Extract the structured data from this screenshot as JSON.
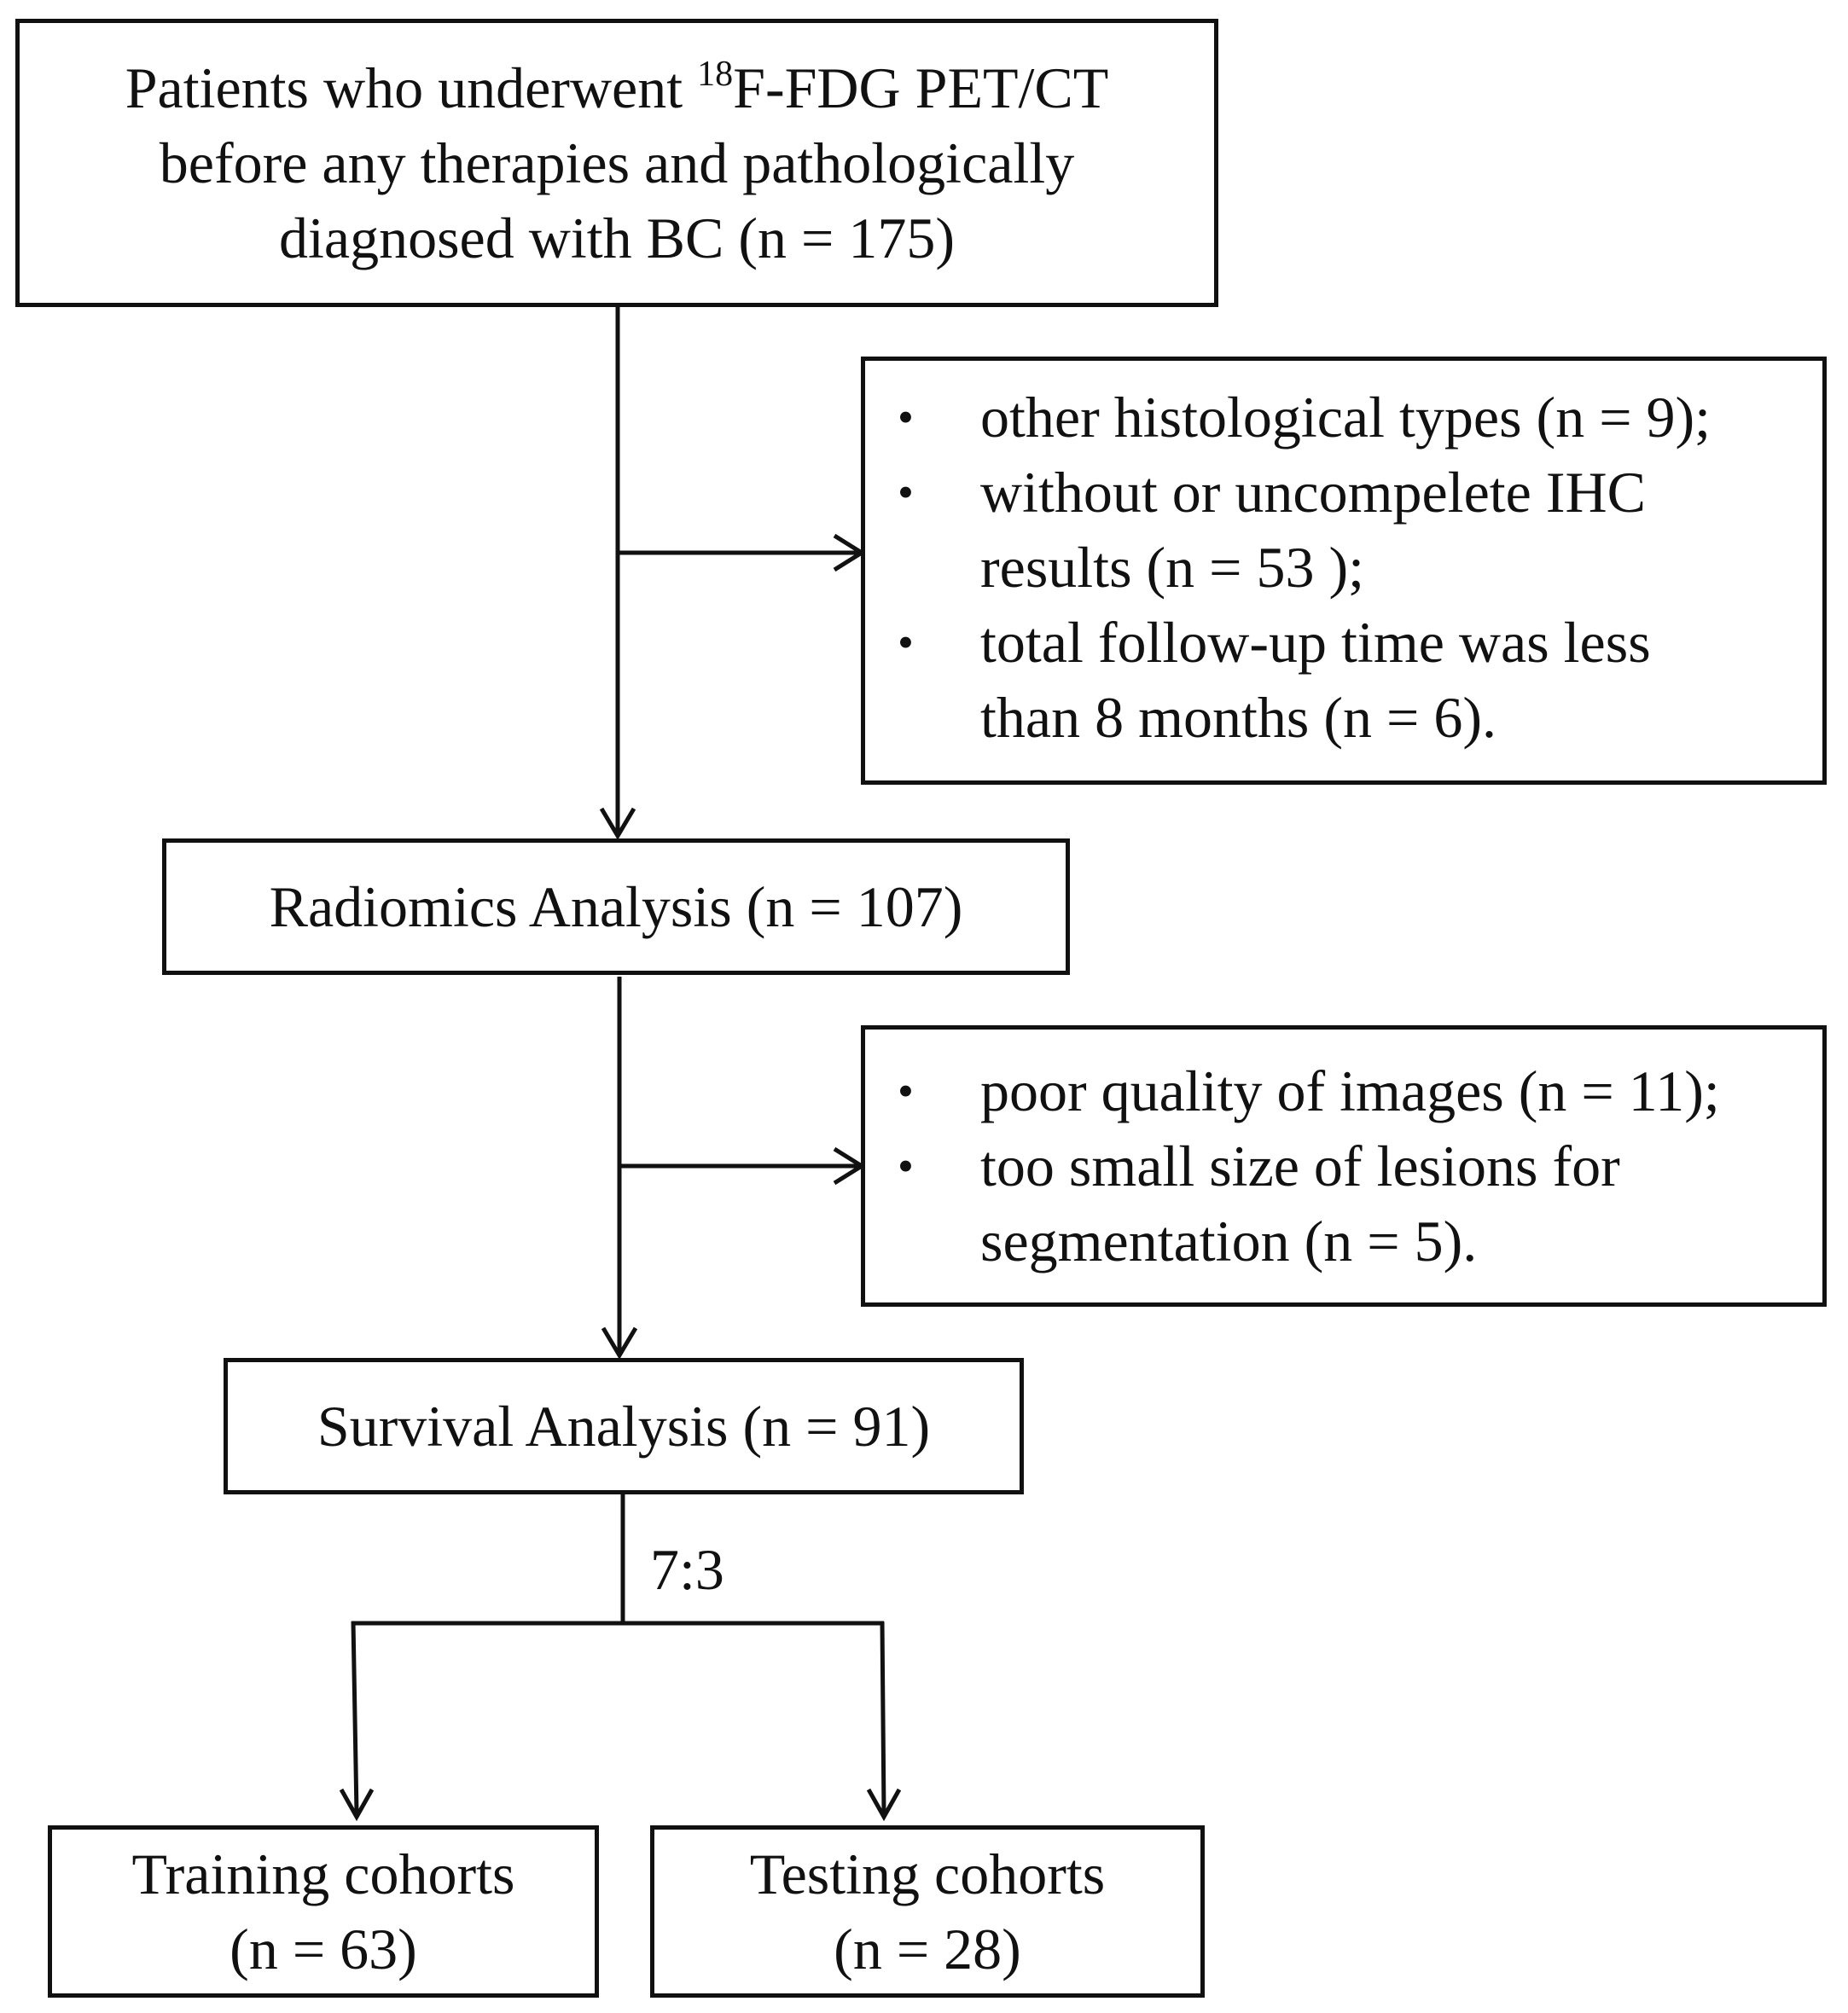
{
  "boxes": {
    "patients": {
      "line1_pre": "Patients who underwent ",
      "line1_sup": "18",
      "line1_post": "F-FDG PET/CT",
      "line2": "before any therapies and pathologically",
      "line3": "diagnosed with BC (n = 175)"
    },
    "exclusion1": [
      {
        "bullet": "•",
        "lines": [
          "other histological types (n = 9);"
        ]
      },
      {
        "bullet": "•",
        "lines": [
          "without or uncompelete IHC",
          "results (n = 53 );"
        ]
      },
      {
        "bullet": "•",
        "lines": [
          "total follow-up time was less",
          "than 8 months (n = 6)."
        ]
      }
    ],
    "radiomics": {
      "label": "Radiomics Analysis (n = 107)"
    },
    "exclusion2": [
      {
        "bullet": "•",
        "lines": [
          "poor quality of  images (n = 11);"
        ]
      },
      {
        "bullet": "•",
        "lines": [
          "too small size of lesions for",
          "segmentation  (n = 5)."
        ]
      }
    ],
    "survival": {
      "label": "Survival Analysis (n = 91)"
    },
    "split_ratio": "7:3",
    "training": {
      "line1": "Training cohorts",
      "line2": "(n = 63)"
    },
    "testing": {
      "line1": "Testing cohorts",
      "line2": "(n = 28)"
    }
  }
}
